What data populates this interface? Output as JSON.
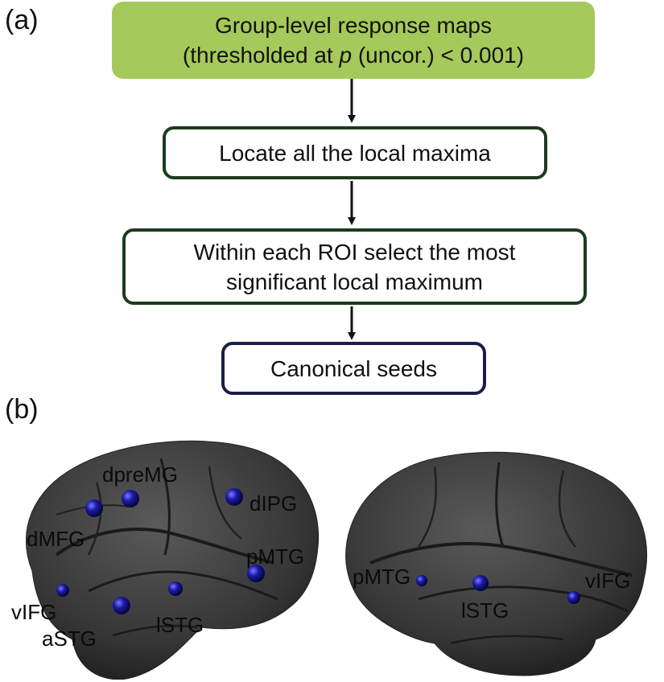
{
  "panels": {
    "a": "(a)",
    "b": "(b)"
  },
  "flow": {
    "step1": {
      "line1": "Group-level response maps",
      "line2_prefix": "(thresholded at ",
      "line2_italic": "p",
      "line2_suffix": " (uncor.) < 0.001)"
    },
    "step2": "Locate all the local maxima",
    "step3": {
      "line1": "Within each ROI select the most",
      "line2": "significant local maximum"
    },
    "step4": "Canonical seeds"
  },
  "brain_left_labels": [
    "dpreMG",
    "dIPG",
    "dMFG",
    "pMTG",
    "vIFG",
    "aSTG",
    "lSTG"
  ],
  "brain_right_labels": [
    "pMTG",
    "lSTG",
    "vIFG"
  ],
  "colors": {
    "step1_fill": "#a5c95a",
    "step_border": "#1d3a1d",
    "seed_border": "#1c1c4a",
    "brain": "#3b3b3b",
    "seed": "#1a1aa8"
  }
}
